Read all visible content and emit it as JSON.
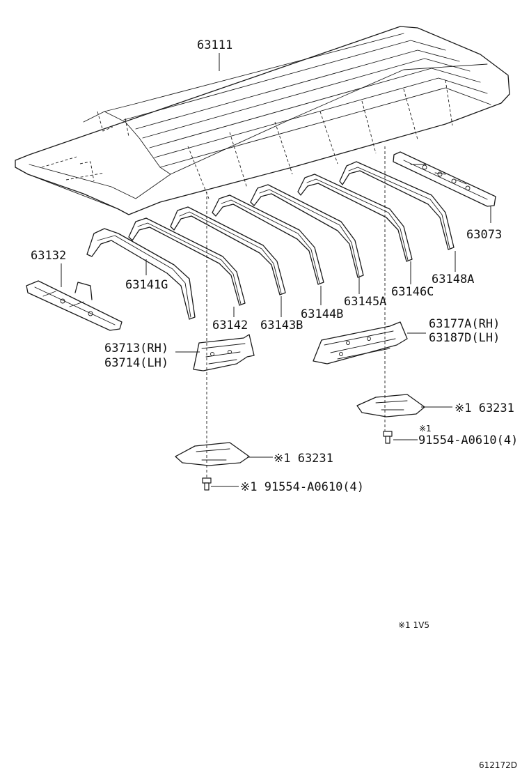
{
  "parts": {
    "p63111": "63111",
    "p63132": "63132",
    "p63141g": "63141G",
    "p63142": "63142",
    "p63143b": "63143B",
    "p63144b": "63144B",
    "p63145a": "63145A",
    "p63146c": "63146C",
    "p63148a": "63148A",
    "p63073": "63073",
    "p63713": "63713(RH)",
    "p63714": "63714(LH)",
    "p63177a": "63177A(RH)",
    "p63187d": "63187D(LH)",
    "p63231_right": "※1 63231",
    "p91554_right_mark": "※1",
    "p91554_right": "91554-A0610(4)",
    "p63231_left": "※1 63231",
    "p91554_left": "※1 91554-A0610(4)"
  },
  "footnote": "※1 1V5",
  "diagram_id": "612172D"
}
